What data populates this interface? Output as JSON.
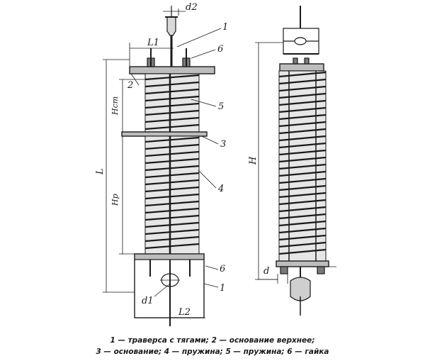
{
  "labels": {
    "d2": "d2",
    "L1": "L1",
    "n1": "1",
    "n6": "6",
    "n2": "2",
    "n5": "5",
    "n3": "3",
    "n4": "4",
    "n6b": "6",
    "n1b": "1",
    "Hst": "Hст",
    "Hp": "Hр",
    "L": "L",
    "d1": "d1",
    "L2": "L2",
    "H": "H",
    "d": "d"
  },
  "caption": {
    "line1": "1 — траверса  с  тягами;  2 — основание  верхнее;",
    "line2": "3 — основание;  4 — пружина;  5 — пружина;  6 — гайка"
  }
}
